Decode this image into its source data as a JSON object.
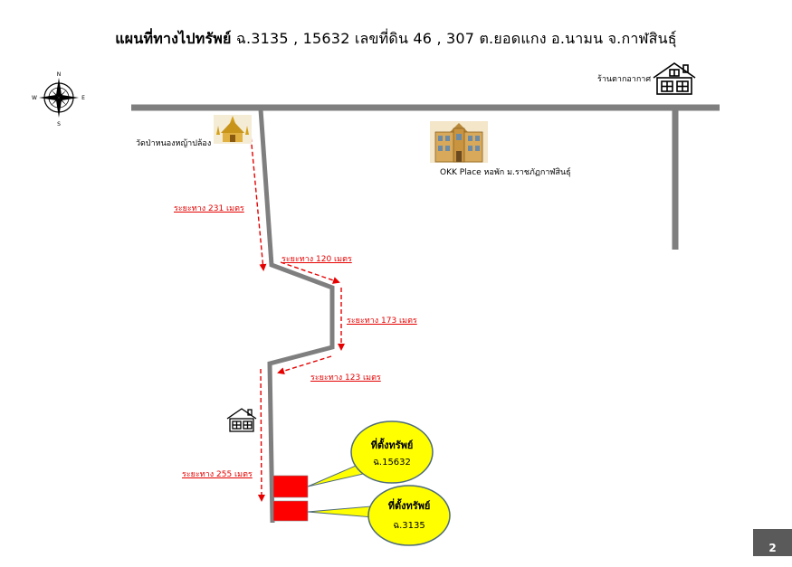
{
  "title": {
    "bold": "แผนที่ทางไปทรัพย์",
    "rest": " ฉ.3135 , 15632 เลขที่ดิน 46 , 307 ต.ยอดแกง อ.นามน จ.กาฬสินธุ์"
  },
  "compass": {
    "n": "N",
    "s": "S",
    "e": "E",
    "w": "W"
  },
  "places": {
    "shop": "ร้านตากอากาศ",
    "temple": "วัดป่าหนองหญ้าปล้อง",
    "dorm": "OKK Place หอพัก ม.ราชภัฏกาฬสินธุ์"
  },
  "distances": {
    "d231": "ระยะทาง 231 เมตร",
    "d120": "ระยะทาง 120 เมตร",
    "d173": "ระยะทาง 173 เมตร",
    "d123": "ระยะทาง 123 เมตร",
    "d255": "ระยะทาง 255 เมตร"
  },
  "callouts": {
    "top": {
      "title": "ที่ตั้งทรัพย์",
      "deed": "ฉ.15632"
    },
    "bottom": {
      "title": "ที่ตั้งทรัพย์",
      "deed": "ฉ.3135"
    }
  },
  "page_number": "2",
  "colors": {
    "road": "#7f7f7f",
    "route": "#e60000",
    "parcel": "#ff0000",
    "callout_fill": "#ffff00"
  }
}
